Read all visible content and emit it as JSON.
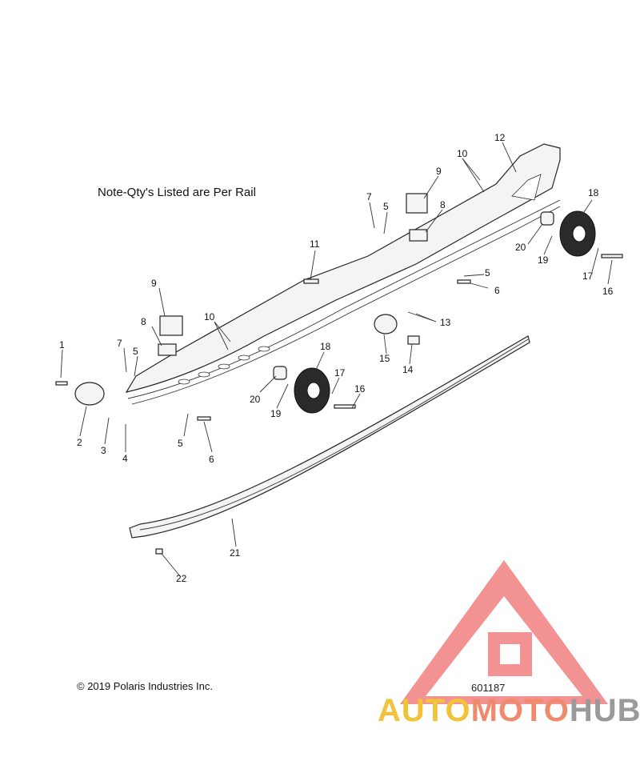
{
  "note": "Note-Qty's Listed are Per Rail",
  "copyright": "© 2019 Polaris Industries Inc.",
  "figure_id": "601187",
  "watermark": {
    "part1": "AUTO",
    "part2": "MOTO",
    "part3": "HUB",
    "colors": {
      "auto": "#f2c23a",
      "moto": "#f08a6c",
      "hub": "#9a9a9a",
      "logo": "#f08080"
    }
  },
  "callouts": [
    "1",
    "2",
    "3",
    "4",
    "5",
    "5",
    "5",
    "5",
    "6",
    "6",
    "7",
    "7",
    "8",
    "8",
    "9",
    "9",
    "10",
    "10",
    "11",
    "12",
    "13",
    "14",
    "15",
    "16",
    "16",
    "17",
    "17",
    "18",
    "18",
    "19",
    "19",
    "20",
    "20",
    "21",
    "22"
  ]
}
